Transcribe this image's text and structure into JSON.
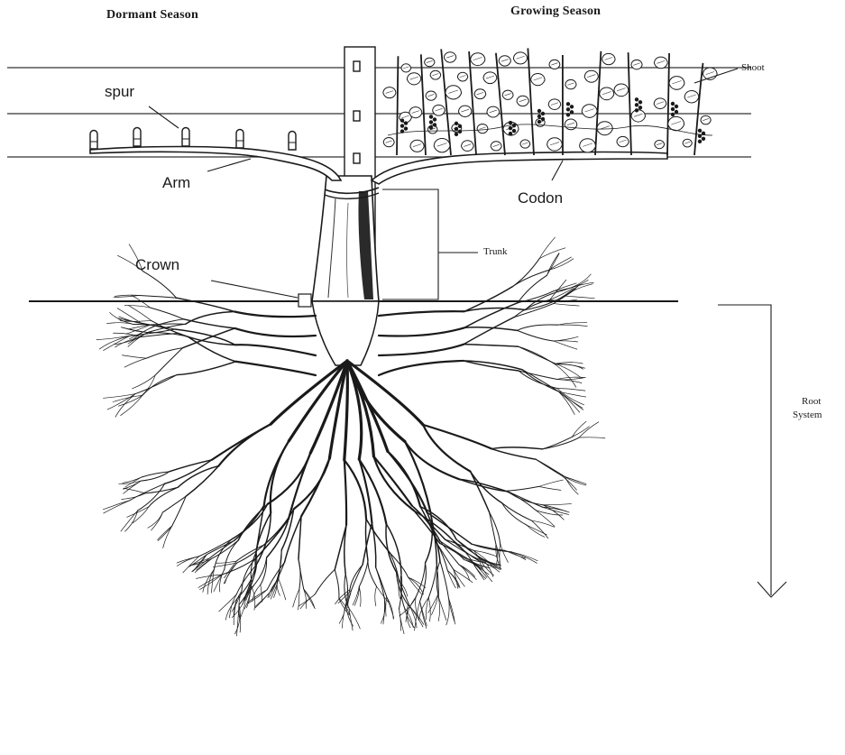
{
  "labels": {
    "dormant_season": "Dormant Season",
    "growing_season": "Growing Season",
    "spur": "spur",
    "arm": "Arm",
    "codon": "Codon",
    "shoot": "Shoot",
    "trunk": "Trunk",
    "crown": "Crown",
    "root_system_line1": "Root",
    "root_system_line2": "System"
  },
  "colors": {
    "ink": "#1a1a1a",
    "background": "#ffffff"
  }
}
